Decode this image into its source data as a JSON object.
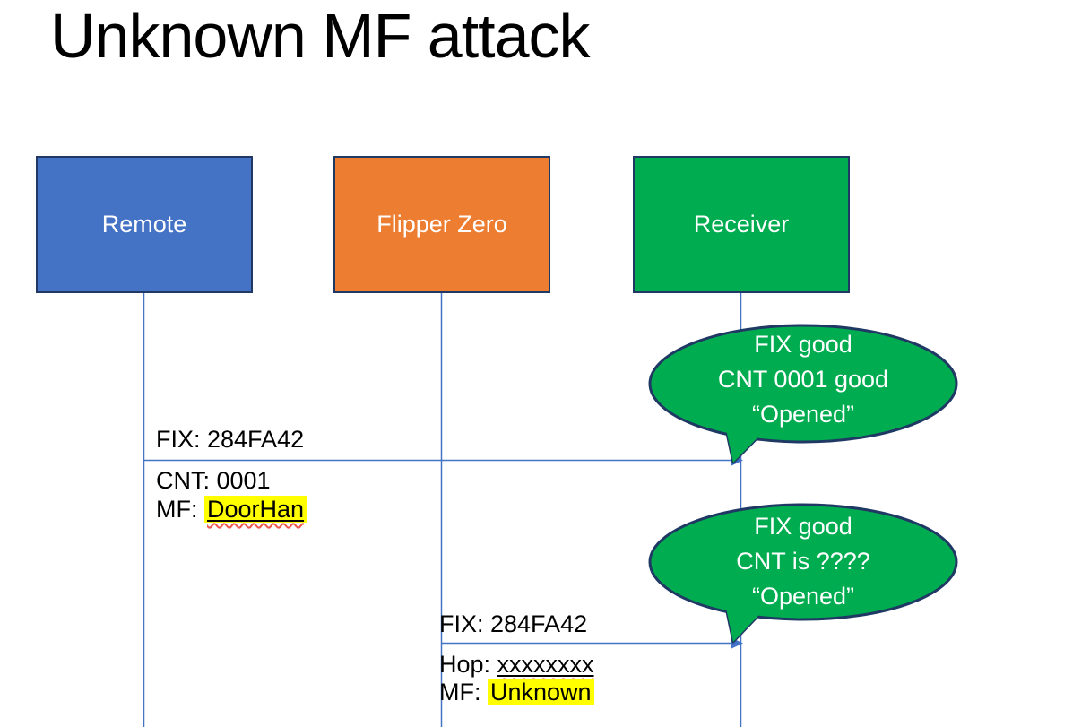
{
  "title": "Unknown MF attack",
  "actors": [
    {
      "id": "remote",
      "label": "Remote",
      "fill": "#4472C4"
    },
    {
      "id": "flipper-zero",
      "label": "Flipper Zero",
      "fill": "#ED7D31"
    },
    {
      "id": "receiver",
      "label": "Receiver",
      "fill": "#00AC50"
    }
  ],
  "messages": [
    {
      "from": "Remote",
      "to": "Receiver",
      "label_above": "FIX: 284FA42",
      "line2_prefix": "CNT: ",
      "line2_value": "0001",
      "line3_prefix": "MF: ",
      "line3_value": "DoorHan"
    },
    {
      "from": "Flipper Zero",
      "to": "Receiver",
      "label_above": "FIX: 284FA42",
      "line2_prefix": "Hop: ",
      "line2_value": "xxxxxxxx",
      "line3_prefix": "MF: ",
      "line3_value": "Unknown"
    }
  ],
  "bubbles": [
    {
      "speaker": "Receiver",
      "lines": [
        "FIX good",
        "CNT 0001 good",
        "“Opened”"
      ]
    },
    {
      "speaker": "Receiver",
      "lines": [
        "FIX good",
        "CNT is ????",
        "“Opened”"
      ]
    }
  ],
  "colors": {
    "actor_border": "#1F3864",
    "connector_blue": "#4472C4",
    "bubble_fill": "#00AC50",
    "bubble_border": "#1F3864",
    "highlight_yellow": "#FFFF00",
    "squiggle_red": "#F2574A"
  }
}
